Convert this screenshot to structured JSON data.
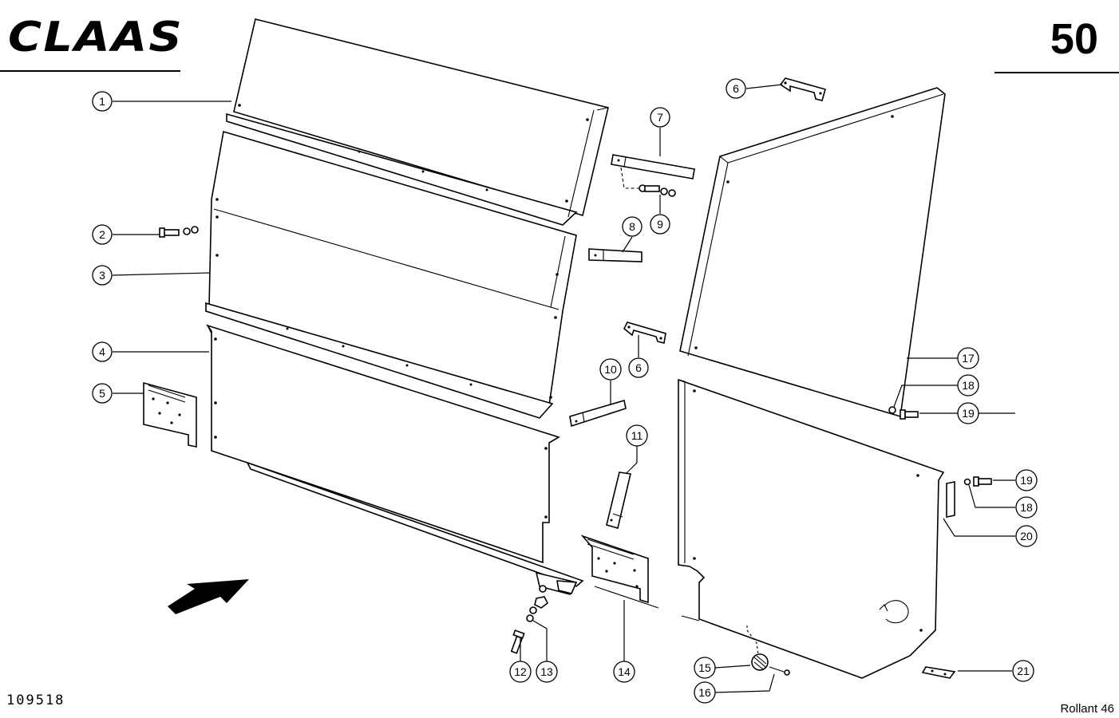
{
  "header": {
    "brand": "CLAAS",
    "page_number": "50"
  },
  "footer": {
    "drawing_id": "109518",
    "model": "Rollant 46"
  },
  "callouts": [
    {
      "id": "c1",
      "label": "1"
    },
    {
      "id": "c2",
      "label": "2"
    },
    {
      "id": "c3",
      "label": "3"
    },
    {
      "id": "c4",
      "label": "4"
    },
    {
      "id": "c5",
      "label": "5"
    },
    {
      "id": "c6a",
      "label": "6"
    },
    {
      "id": "c6b",
      "label": "6"
    },
    {
      "id": "c7",
      "label": "7"
    },
    {
      "id": "c8",
      "label": "8"
    },
    {
      "id": "c9",
      "label": "9"
    },
    {
      "id": "c10",
      "label": "10"
    },
    {
      "id": "c11",
      "label": "11"
    },
    {
      "id": "c12",
      "label": "12"
    },
    {
      "id": "c13",
      "label": "13"
    },
    {
      "id": "c14",
      "label": "14"
    },
    {
      "id": "c15",
      "label": "15"
    },
    {
      "id": "c16",
      "label": "16"
    },
    {
      "id": "c17",
      "label": "17"
    },
    {
      "id": "c18a",
      "label": "18"
    },
    {
      "id": "c19a",
      "label": "19"
    },
    {
      "id": "c19b",
      "label": "19"
    },
    {
      "id": "c18b",
      "label": "18"
    },
    {
      "id": "c20",
      "label": "20"
    },
    {
      "id": "c21",
      "label": "21"
    }
  ]
}
